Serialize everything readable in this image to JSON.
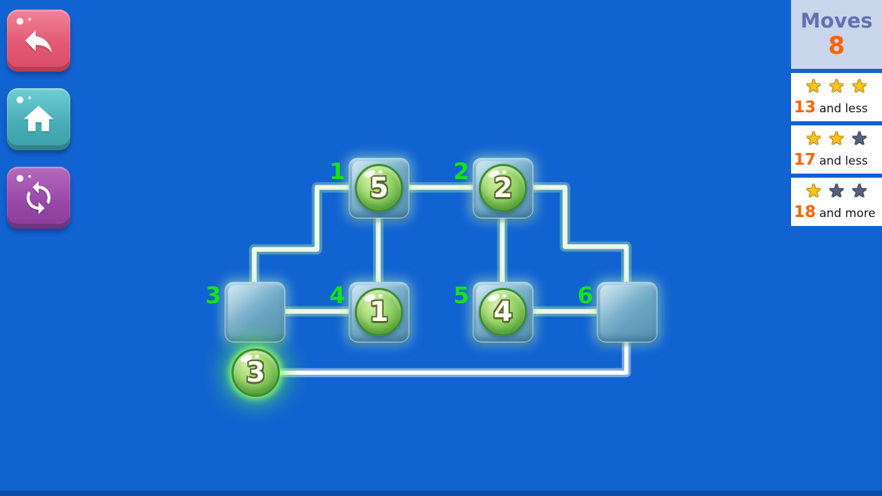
{
  "hud": {
    "moves_label": "Moves",
    "moves_value": "8",
    "ratings": [
      {
        "stars": [
          "gold",
          "gold",
          "gold"
        ],
        "value": "13",
        "suffix": "and less"
      },
      {
        "stars": [
          "gold",
          "gold",
          "dark"
        ],
        "value": "17",
        "suffix": "and less"
      },
      {
        "stars": [
          "gold",
          "dark",
          "dark"
        ],
        "value": "18",
        "suffix": "and more"
      }
    ]
  },
  "graph": {
    "nodes": [
      {
        "label": "1",
        "token": "5"
      },
      {
        "label": "2",
        "token": "2"
      },
      {
        "label": "3",
        "token": ""
      },
      {
        "label": "4",
        "token": "1"
      },
      {
        "label": "5",
        "token": "4"
      },
      {
        "label": "6",
        "token": ""
      }
    ],
    "active_token": "3",
    "edges": [
      "1-2",
      "1-4",
      "2-5",
      "3-4",
      "5-6",
      "1-3",
      "2-6"
    ],
    "active_path": "token3-6"
  },
  "icons": {
    "back": "undo-arrow",
    "home": "home",
    "reset": "refresh-arrows",
    "star": "★"
  },
  "colors": {
    "background": "#1263d2",
    "edge_line": "#edf8e8",
    "path_line": "#ffffff",
    "node_label_green": "#14e414",
    "moves_text": "#6272b0",
    "count_orange": "#ff6200",
    "gold_star": "#f7c51e",
    "dark_star": "#59627c"
  }
}
